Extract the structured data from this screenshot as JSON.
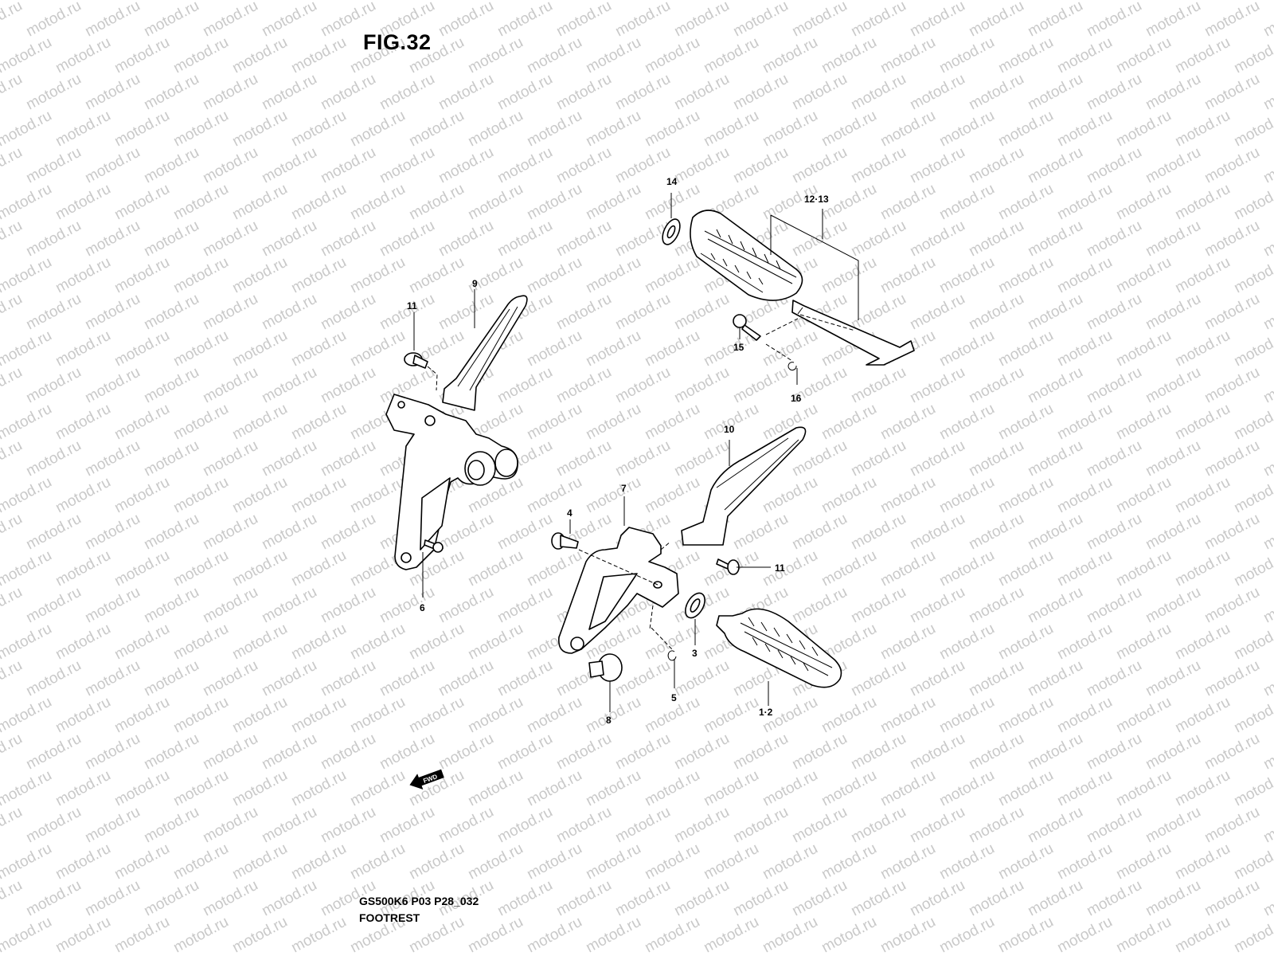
{
  "figure_title": "FIG.32",
  "caption": {
    "code": "GS500K6 P03 P28_032",
    "name": "FOOTREST"
  },
  "watermark_text": "motod.ru",
  "fwd_label": "FWD",
  "callouts": {
    "c14": "14",
    "c12_13": "12·13",
    "c9": "9",
    "c11a": "11",
    "c15": "15",
    "c16": "16",
    "c10": "10",
    "c7": "7",
    "c4": "4",
    "c11b": "11",
    "c6": "6",
    "c3": "3",
    "c5": "5",
    "c8": "8",
    "c1_2": "1·2"
  },
  "colors": {
    "line": "#000000",
    "watermark": "#c9c9c9",
    "background": "#ffffff"
  }
}
